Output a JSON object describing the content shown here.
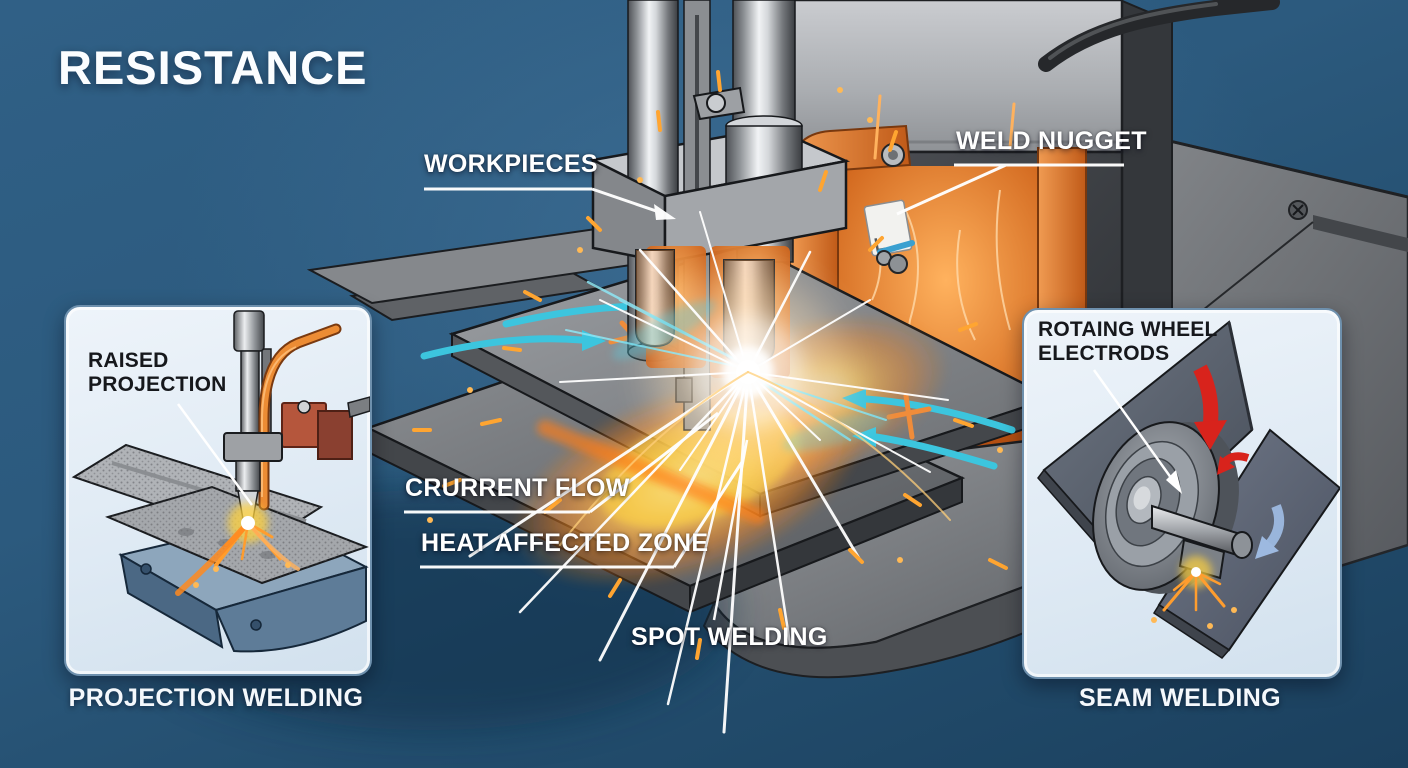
{
  "title": "RESISTANCE",
  "main_labels": {
    "workpieces": "WORKPIECES",
    "weld_nugget": "WELD NUGGET",
    "current_flow": "CRURRENT FLOW",
    "heat_affected_zone": "HEAT AFFECTED ZONE",
    "spot_welding": "SPOT WELDING"
  },
  "insets": {
    "projection": {
      "callout": {
        "line1": "RAISED",
        "line2": "PROJECTION"
      },
      "caption": "PROJECTION WELDING"
    },
    "seam": {
      "callout": {
        "line1": "ROTAING WHEEL",
        "line2": "ELECTRODS"
      },
      "caption": "SEAM WELDING"
    }
  },
  "colors": {
    "background_blue": "#2C5A7E",
    "panel_blue": "#DFEAF4",
    "current_cyan": "#3CC5DE",
    "spark_orange": "#FFA531",
    "copper_orange": "#E07B33",
    "rotation_red": "#D8231C",
    "rotation_blue": "#9DB9E0",
    "label_white": "#FFFFFF"
  }
}
